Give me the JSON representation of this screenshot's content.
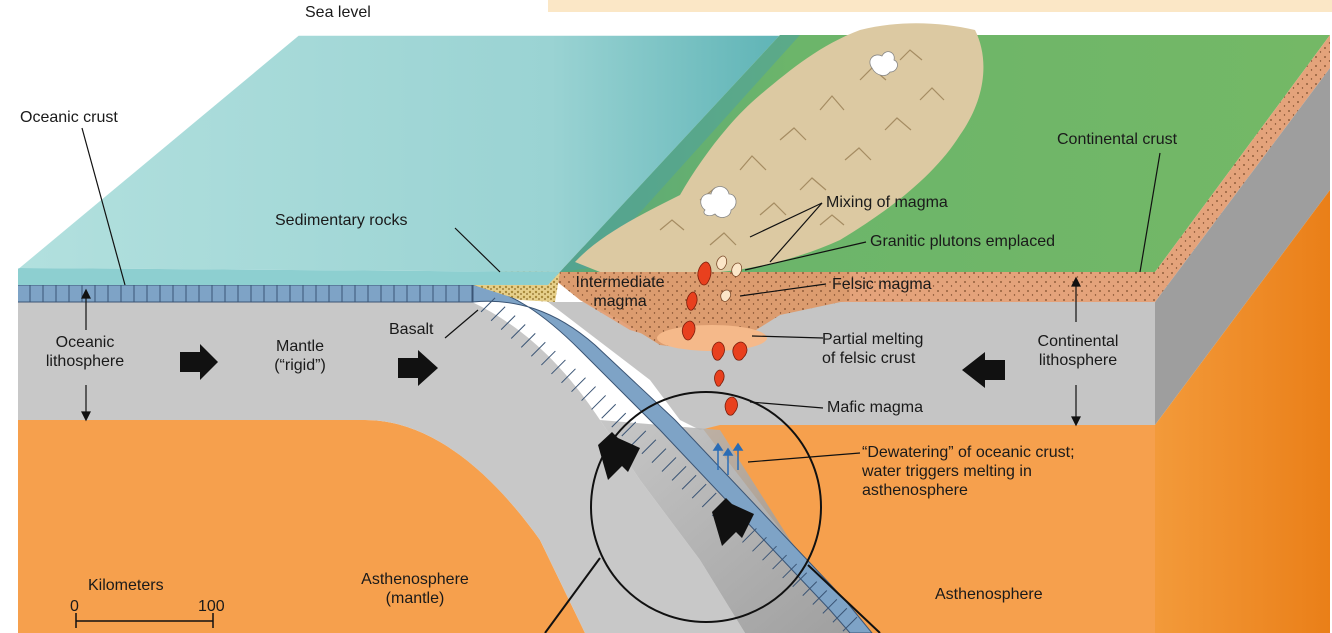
{
  "labels": {
    "sea_level": "Sea level",
    "oceanic_crust": "Oceanic crust",
    "continental_crust": "Continental crust",
    "sedimentary_rocks": "Sedimentary rocks",
    "mixing_of_magma": "Mixing of magma",
    "granitic_plutons": "Granitic plutons emplaced",
    "intermediate_magma": [
      "Intermediate",
      "magma"
    ],
    "felsic_magma": "Felsic magma",
    "basalt": "Basalt",
    "oceanic_lithosphere": [
      "Oceanic",
      "lithosphere"
    ],
    "mantle_rigid": [
      "Mantle",
      "(“rigid”)"
    ],
    "partial_melting": [
      "Partial melting",
      "of felsic crust"
    ],
    "continental_lithosphere": [
      "Continental",
      "lithosphere"
    ],
    "mafic_magma": "Mafic magma",
    "dewatering": [
      "“Dewatering” of oceanic crust;",
      "water triggers melting in",
      "asthenosphere"
    ],
    "asthenosphere_mantle": [
      "Asthenosphere",
      "(mantle)"
    ],
    "asthenosphere_right": "Asthenosphere"
  },
  "scale_bar": {
    "title": "Kilometers",
    "tick_labels": [
      "0",
      "100"
    ]
  },
  "colors": {
    "ocean_surface": "#a9dcdb",
    "ocean_front": "#8cc9cc",
    "oceanic_crust": "#7ea3c6",
    "lithosphere": "#c8c8c8",
    "lithosphere_side": "#9e9e9e",
    "asthenosphere": "#f6a04d",
    "asthenosphere_side": "#f08a1f",
    "continental_crust": "#e4a37b",
    "land": "#68b070",
    "mountains": "#dcc9a2",
    "magma": "#e8401e",
    "melt_zone": "#f5b98a",
    "arrow": "#111111"
  }
}
